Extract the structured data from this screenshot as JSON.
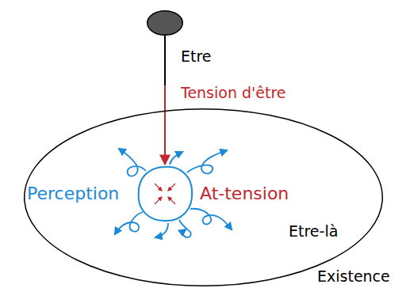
{
  "diagram": {
    "nodes": [
      {
        "text": [
          "Etre"
        ]
      },
      {
        "text": [
          "Etre-là",
          "Existence"
        ]
      },
      {
        "text": [
          "Perception",
          "At-tension"
        ],
        "in": 1
      }
    ],
    "edges": [
      {
        "from": 0,
        "to": 2,
        "arrow": "to",
        "label": "Tension d'être"
      }
    ]
  }
}
